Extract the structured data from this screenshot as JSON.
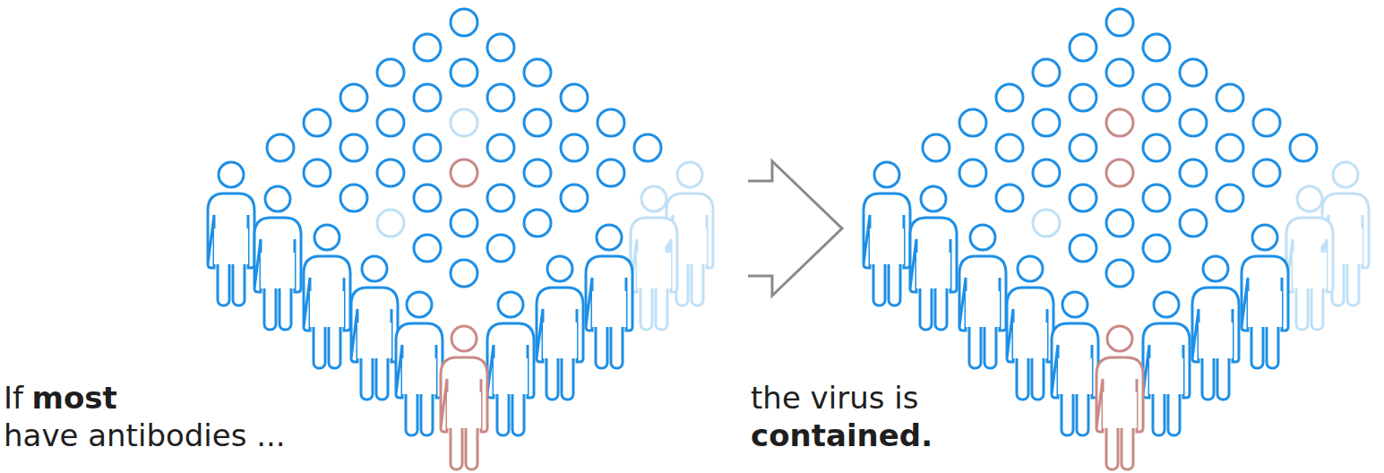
{
  "diagram": {
    "labels": [
      "If",
      "most",
      "have antibodies ...",
      "the virus is",
      "contained."
    ]
  }
}
